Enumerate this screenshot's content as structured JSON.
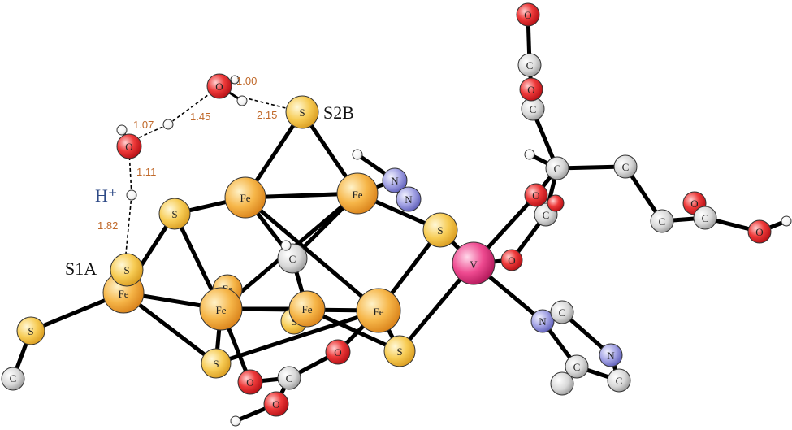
{
  "labels": {
    "s2b": "S2B",
    "s1a": "S1A",
    "hplus": "H⁺"
  },
  "distances": {
    "d100": "1.00",
    "d107": "1.07",
    "d145": "1.45",
    "d215": "2.15",
    "d111": "1.11",
    "d182": "1.82"
  },
  "elements": {
    "fe": "Fe",
    "s": "S",
    "c": "C",
    "o": "O",
    "n": "N",
    "v": "V"
  },
  "colors": {
    "fe": "#f3a23a",
    "s": "#f6c243",
    "c": "#d9d9d9",
    "o": "#e8242a",
    "n": "#8f8fd8",
    "v": "#e0307a",
    "h": "#ffffff",
    "distance_text": "#c0692a",
    "hplus_text": "#2e4a86"
  }
}
